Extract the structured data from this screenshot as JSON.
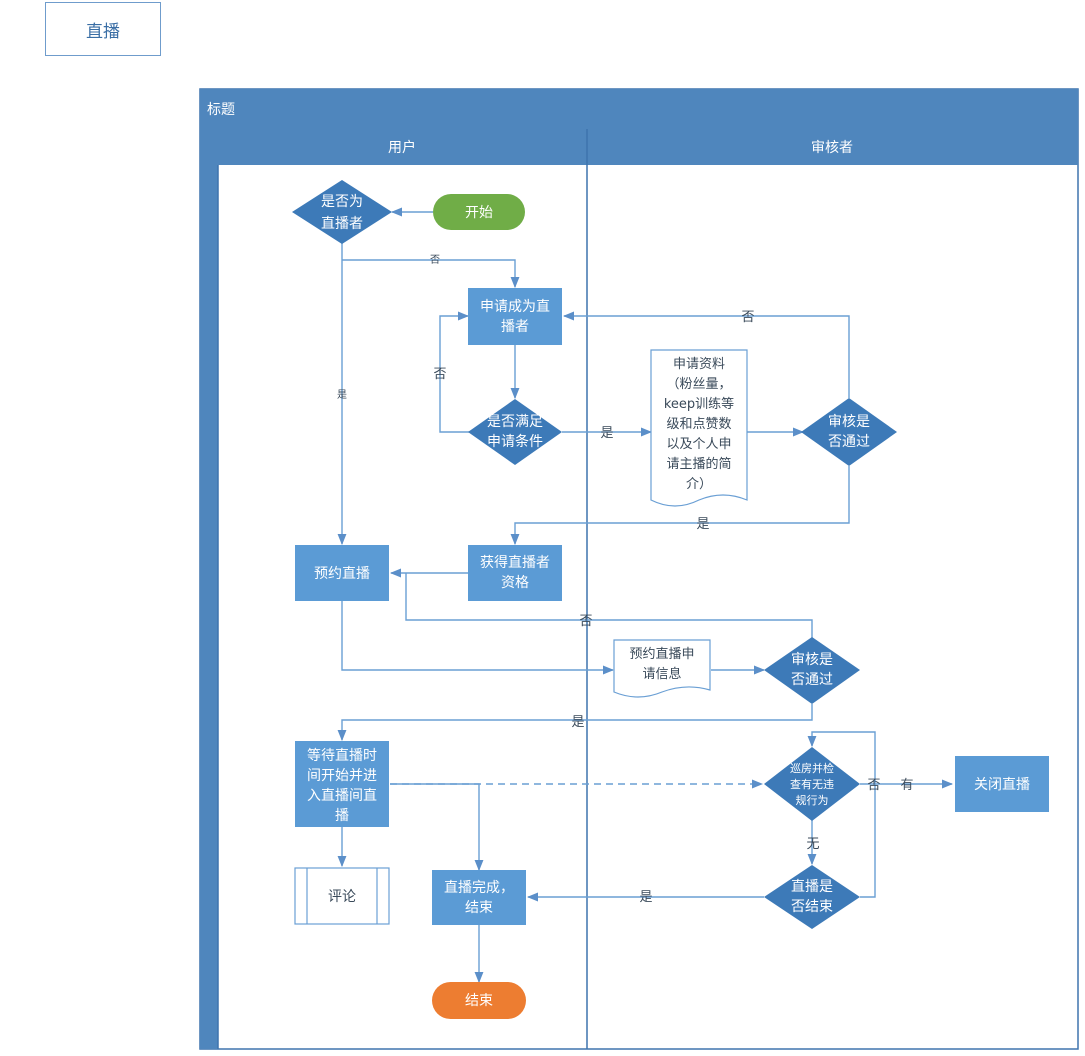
{
  "header_box": {
    "label": "直播"
  },
  "pool": {
    "title": "标题",
    "lanes": [
      "用户",
      "审核者"
    ]
  },
  "nodes": {
    "start": "开始",
    "is_streamer": [
      "是否为",
      "直播者"
    ],
    "apply_streamer": [
      "申请成为直",
      "播者"
    ],
    "meets_conditions": [
      "是否满足",
      "申请条件"
    ],
    "apply_materials": [
      "申请资料",
      "（粉丝量，",
      "keep训练等",
      "级和点赞数",
      "以及个人申",
      "请主播的简",
      "介）"
    ],
    "review_pass_1": [
      "审核是",
      "否通过"
    ],
    "get_qualification": [
      "获得直播者",
      "资格"
    ],
    "book_stream": "预约直播",
    "booking_info": [
      "预约直播申",
      "请信息"
    ],
    "review_pass_2": [
      "审核是",
      "否通过"
    ],
    "wait_and_enter": [
      "等待直播时",
      "间开始并进",
      "入直播间直",
      "播"
    ],
    "patrol_check": [
      "巡房并检",
      "查有无违",
      "规行为"
    ],
    "close_stream": "关闭直播",
    "comment": "评论",
    "stream_done": [
      "直播完成，",
      "结束"
    ],
    "is_ended": [
      "直播是",
      "否结束"
    ],
    "end": "结束"
  },
  "edge_labels": {
    "no_top": "否",
    "yes_left": "是",
    "no_loop": "否",
    "yes_mid": "是",
    "no_review1": "否",
    "yes_review1": "是",
    "no_review2": "否",
    "yes_review2": "是",
    "no_patrol": "否",
    "has": "有",
    "none": "无",
    "yes_ended": "是"
  },
  "colors": {
    "pool_header": "#4f86bd",
    "lane_border": "#3f74ad",
    "process": "#5b9bd5",
    "process_dark": "#4a89c8",
    "decision": "#3d7ab8",
    "start": "#70ad47",
    "end": "#ed7d31",
    "line": "#6a9fd4",
    "text_light": "#ffffff",
    "label": "#3a4a5a"
  }
}
